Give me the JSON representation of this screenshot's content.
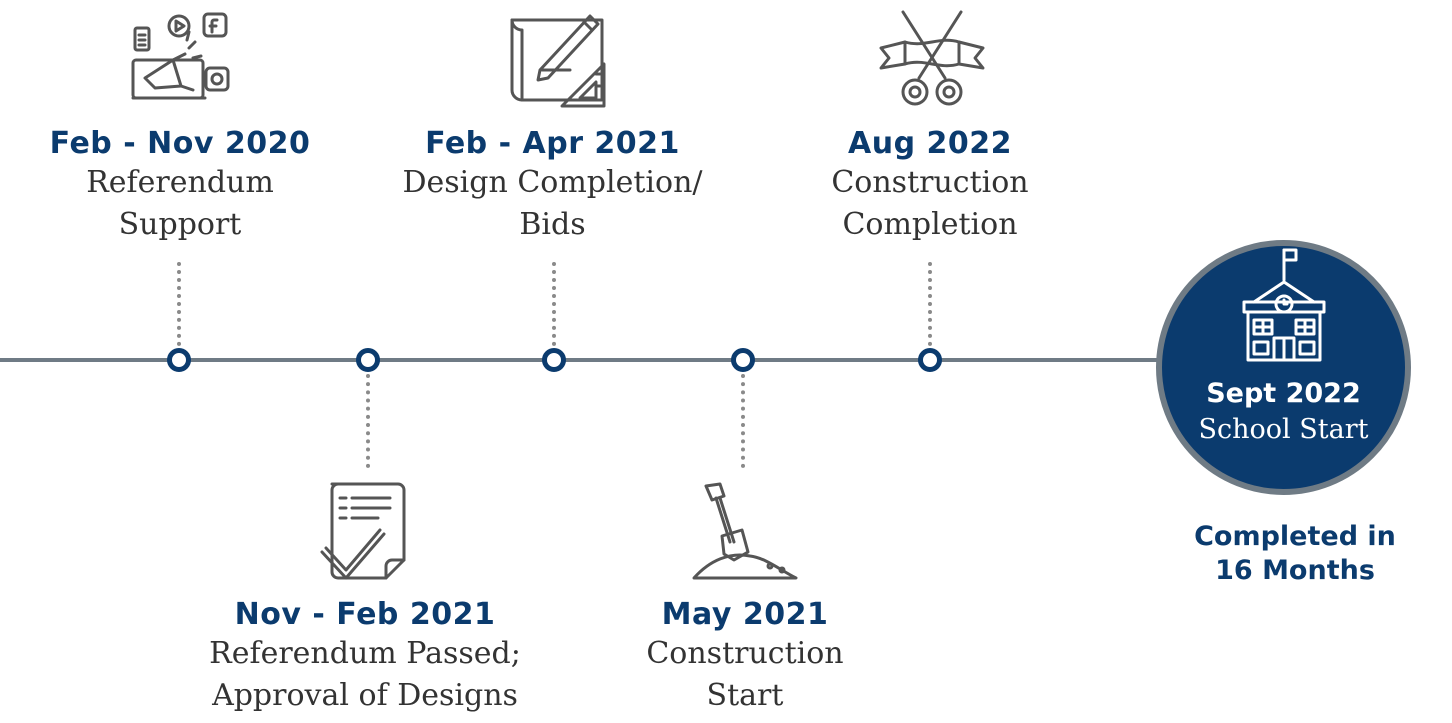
{
  "milestones": [
    {
      "date": "Feb - Nov 2020",
      "desc_line1": "Referendum",
      "desc_line2": "Support",
      "icon": "social-media-megaphone-icon"
    },
    {
      "date": "Nov - Feb 2021",
      "desc_line1": "Referendum Passed;",
      "desc_line2": "Approval of Designs",
      "icon": "approved-document-icon"
    },
    {
      "date": "Feb - Apr 2021",
      "desc_line1": "Design Completion/",
      "desc_line2": "Bids",
      "icon": "blueprint-pencil-icon"
    },
    {
      "date": "May 2021",
      "desc_line1": "Construction",
      "desc_line2": "Start",
      "icon": "shovel-groundbreaking-icon"
    },
    {
      "date": "Aug 2022",
      "desc_line1": "Construction",
      "desc_line2": "Completion",
      "icon": "ribbon-cutting-scissors-icon"
    }
  ],
  "final": {
    "date": "Sept 2022",
    "desc": "School Start",
    "icon": "school-building-icon"
  },
  "completed": {
    "line1": "Completed in",
    "line2": "16 Months"
  },
  "colors": {
    "navy": "#0b3b6e",
    "line_gray": "#6f7b85",
    "dot_gray": "#8a8a8a",
    "text": "#333333"
  }
}
